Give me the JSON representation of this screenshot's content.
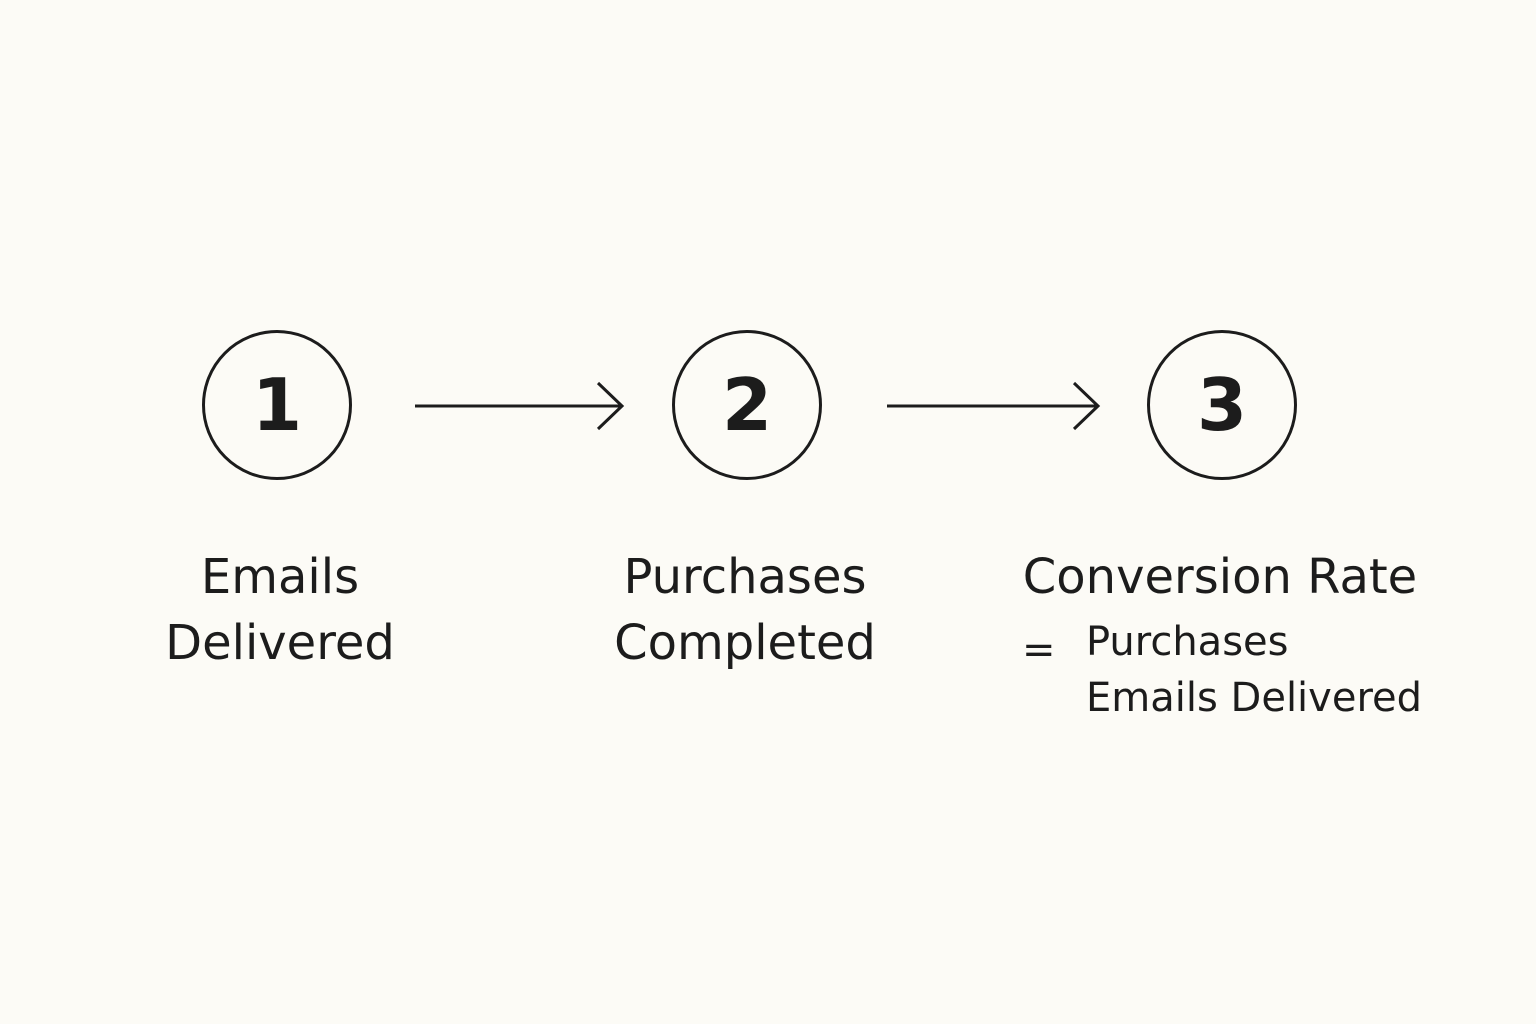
{
  "steps": [
    {
      "number": "1",
      "label_line1": "Emails",
      "label_line2": "Delivered"
    },
    {
      "number": "2",
      "label_line1": "Purchases",
      "label_line2": "Completed"
    },
    {
      "number": "3",
      "label_line1": "Conversion Rate",
      "label_line2": ""
    }
  ],
  "formula": {
    "equals": "=",
    "numerator": "Purchases",
    "denominator": "Emails Delivered"
  }
}
